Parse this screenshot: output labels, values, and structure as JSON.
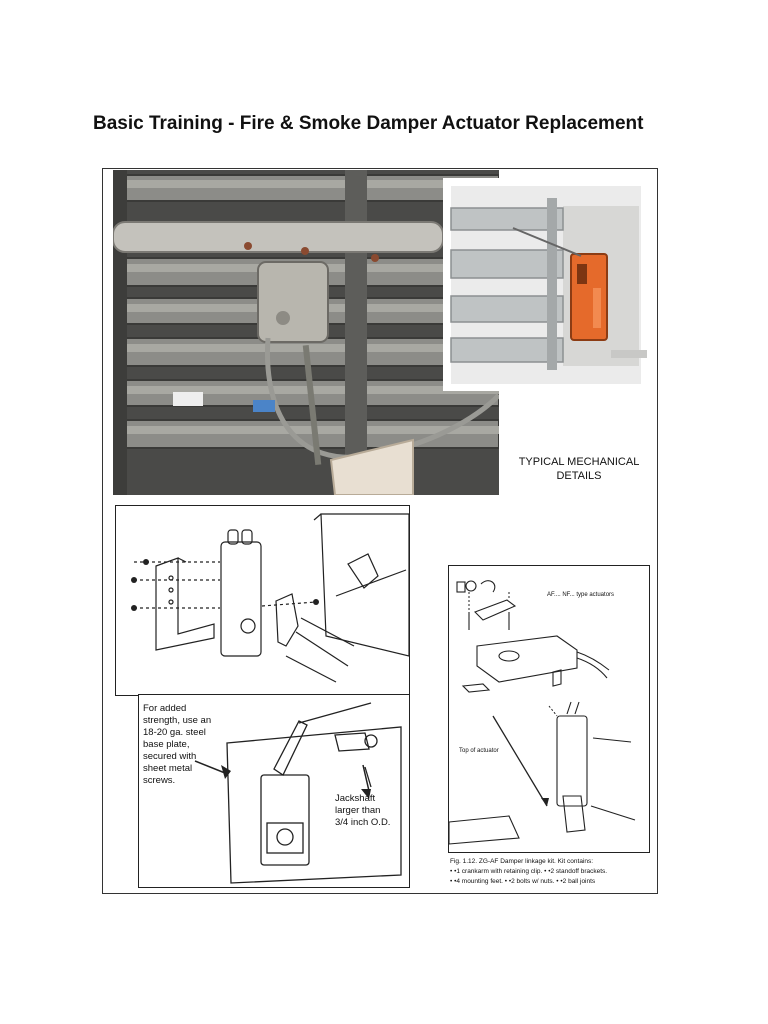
{
  "title": "Basic Training - Fire & Smoke Damper Actuator Replacement",
  "typical_label_line1": "TYPICAL MECHANICAL",
  "typical_label_line2": "DETAILS",
  "added_strength_lines": [
    "For added",
    "strength, use an",
    "18-20 ga. steel",
    "base plate,",
    "secured with",
    "sheet metal",
    "screws."
  ],
  "jackshaft_lines": [
    "Jackshaft",
    "larger than",
    "3/4 inch O.D."
  ],
  "kit_header": "AF.... NF... type actuators",
  "top_of_actuator": "Top of actuator",
  "fig_caption_lines": [
    "Fig. 1.12. ZG-AF Damper linkage kit.  Kit contains:",
    "• •1 crankarm with retaining clip. • •2 standoff brackets.",
    "• •4 mounting feet. • •2 bolts w/ nuts. • •2 ball joints"
  ]
}
